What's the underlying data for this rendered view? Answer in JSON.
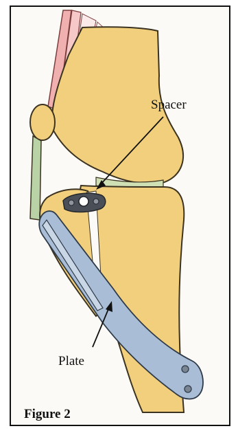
{
  "figure": {
    "caption": "Figure 2",
    "labels": {
      "spacer": "Spacer",
      "plate": "Plate"
    },
    "colors": {
      "bone": "#f2cf7c",
      "bone_outline": "#3b3320",
      "tendon_red": "#e89a9a",
      "ligament_green": "#b9d3a6",
      "plate_blue": "#a9bed6",
      "implant_dark": "#4a4f57"
    }
  }
}
